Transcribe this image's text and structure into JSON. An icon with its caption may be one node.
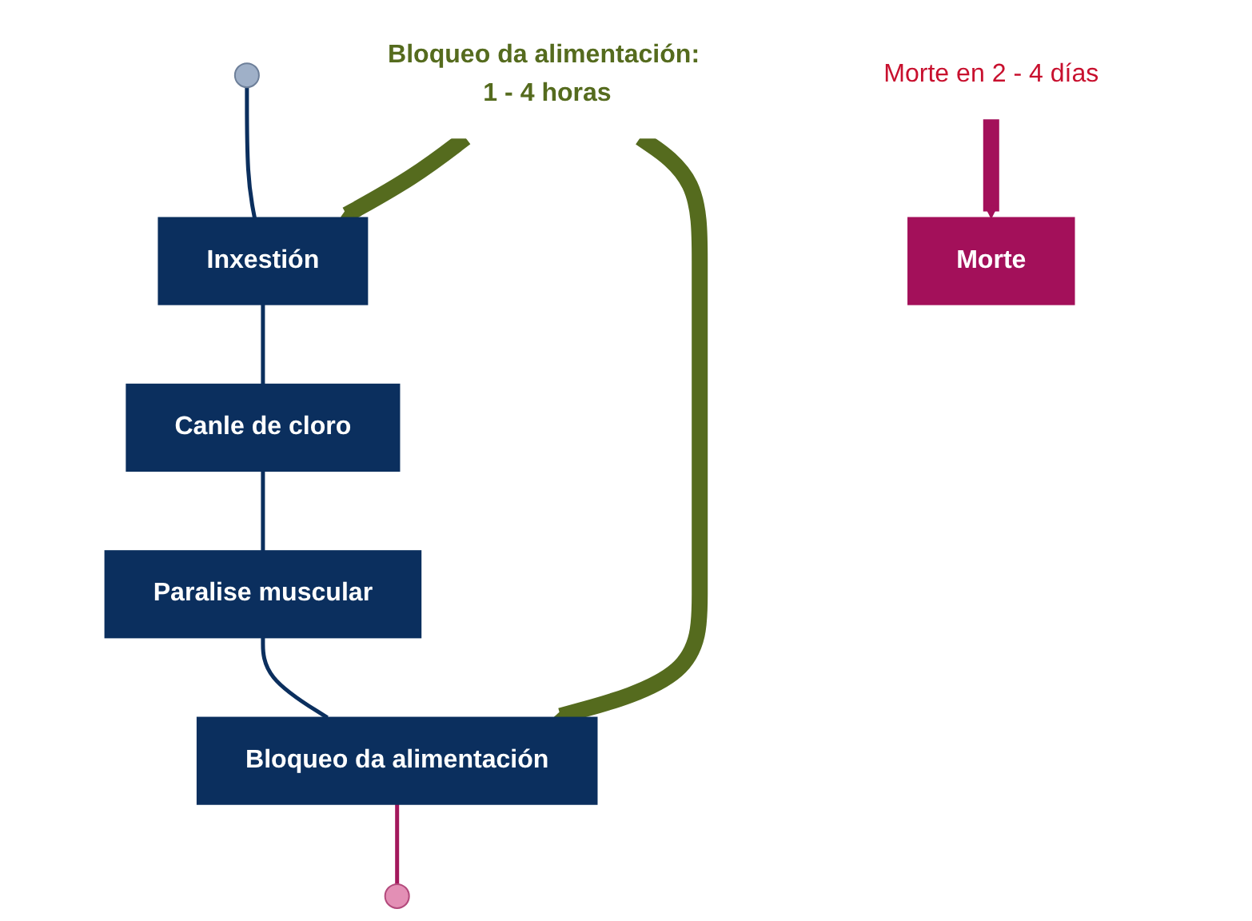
{
  "diagram": {
    "nodes": [
      {
        "text": [],
        "shape": "circle"
      },
      {
        "text": [
          "Inxestión"
        ]
      },
      {
        "text": [
          "Bloqueo da alimentación: 1 - 4 horas"
        ]
      },
      {
        "text": [
          "Canle de cloro"
        ]
      },
      {
        "text": [
          "Paralise muscular"
        ]
      },
      {
        "text": [
          "Bloqueo da alimentación"
        ]
      },
      {
        "text": [],
        "shape": "circle"
      },
      {
        "text": [
          "Morte en 2 - 4 días"
        ]
      },
      {
        "text": [
          "Morte"
        ]
      }
    ],
    "edges": [
      {
        "from": 0,
        "to": 1,
        "arrow": "none"
      },
      {
        "from": 1,
        "to": 3,
        "arrow": "none"
      },
      {
        "from": 3,
        "to": 4,
        "arrow": "none"
      },
      {
        "from": 4,
        "to": 5,
        "arrow": "none"
      },
      {
        "from": 5,
        "to": 6,
        "arrow": "none",
        "color": "#a3185c"
      },
      {
        "from": 2,
        "to": 1,
        "arrow": "to",
        "style": "thick",
        "color": "#556b1e"
      },
      {
        "from": 2,
        "to": 5,
        "arrow": "to",
        "style": "thick",
        "color": "#556b1e"
      },
      {
        "from": 7,
        "to": 8,
        "arrow": "to",
        "style": "thick",
        "color": "#a3105a"
      }
    ]
  }
}
